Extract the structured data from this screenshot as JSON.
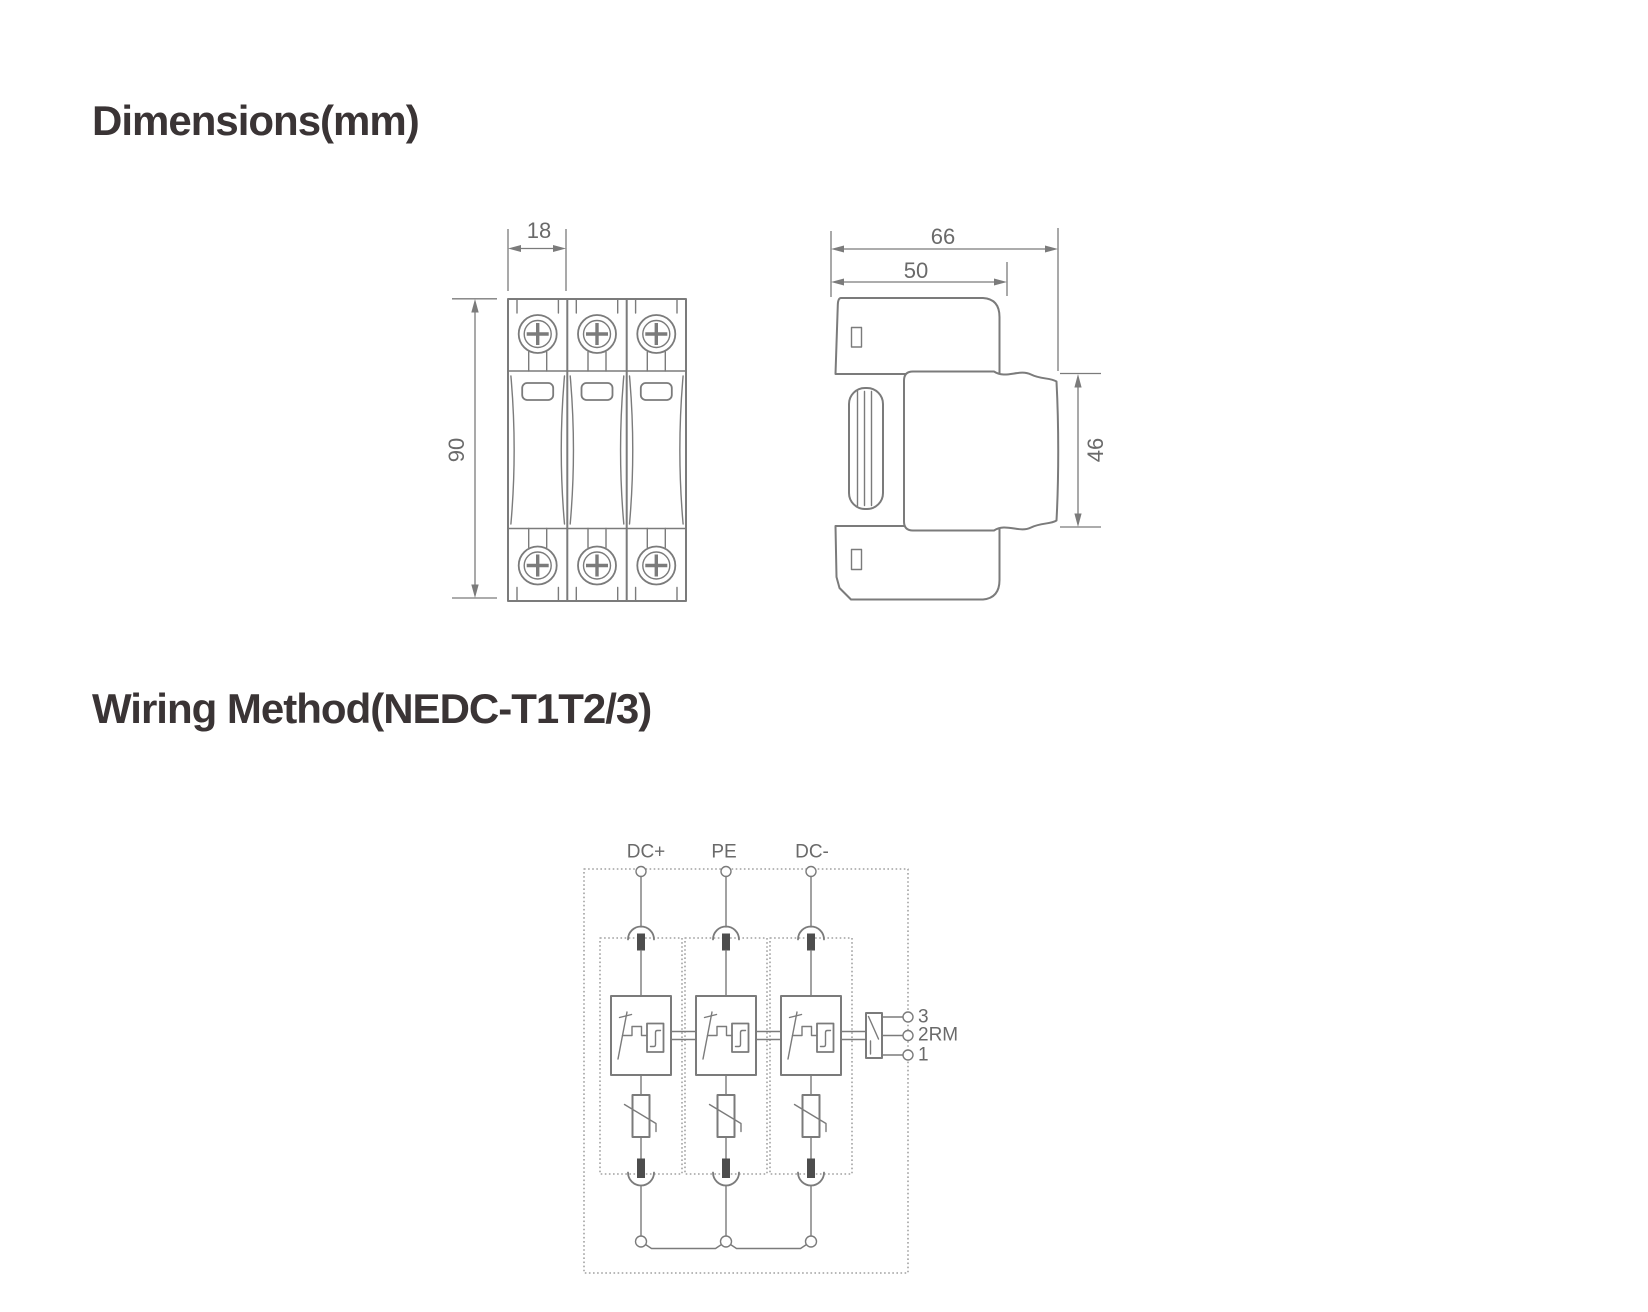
{
  "headings": {
    "dimensions": "Dimensions(mm)",
    "wiring": "Wiring Method(NEDC-T1T2/3)"
  },
  "dimensions_drawing": {
    "front_view": {
      "module_width_mm": "18",
      "height_mm": "90"
    },
    "side_view": {
      "total_depth_mm": "66",
      "base_depth_mm": "50",
      "front_height_mm": "46"
    }
  },
  "wiring_diagram": {
    "input_terminals": [
      "DC+",
      "PE",
      "DC-"
    ],
    "remote_signal_terminals": [
      "3",
      "2RM",
      "1"
    ]
  },
  "colors": {
    "line": "#7b7b7b",
    "dotted_line": "#8d8d8d",
    "dark_terminal": "#4d4d4d",
    "label_text": "#6a6a6a",
    "heading_text": "#3a3435",
    "background": "#ffffff"
  }
}
